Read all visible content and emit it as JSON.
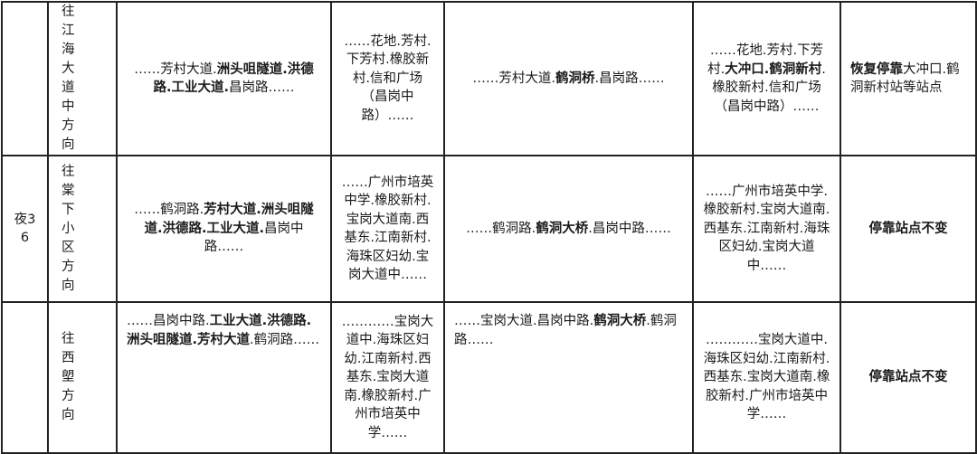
{
  "rows": [
    {
      "route": "",
      "direction": "往江海大道中方向",
      "orig_route": [
        {
          "t": "……芳村大道.",
          "b": false
        },
        {
          "t": "洲头咀隧道.洪德路.工业大道.",
          "b": true
        },
        {
          "t": "昌岗路……",
          "b": false
        }
      ],
      "orig_stops": [
        {
          "t": "……花地.芳村.下芳村.橡胶新村.信和广场（昌岗中路）……",
          "b": false
        }
      ],
      "new_route": [
        {
          "t": "……芳村大道.",
          "b": false
        },
        {
          "t": "鹤洞桥",
          "b": true
        },
        {
          "t": ".昌岗路……",
          "b": false
        }
      ],
      "new_stops": [
        {
          "t": "……花地.芳村.下芳村.",
          "b": false
        },
        {
          "t": "大冲口.鹤洞新村",
          "b": true
        },
        {
          "t": ".橡胶新村.信和广场（昌岗中路）……",
          "b": false
        }
      ],
      "note": [
        {
          "t": "恢复停靠",
          "b": true
        },
        {
          "t": "大冲口.鹤洞新村站等站点",
          "b": false
        }
      ]
    },
    {
      "route": "夜36",
      "direction": "往棠下小区方向",
      "orig_route": [
        {
          "t": "……鹤洞路.",
          "b": false
        },
        {
          "t": "芳村大道.洲头咀隧道.洪德路.工业大道.",
          "b": true
        },
        {
          "t": "昌岗中路……",
          "b": false
        }
      ],
      "orig_stops": [
        {
          "t": "……广州市培英中学.橡胶新村.宝岗大道南.西基东.江南新村.海珠区妇幼.宝岗大道中……",
          "b": false
        }
      ],
      "new_route": [
        {
          "t": "……鹤洞路.",
          "b": false
        },
        {
          "t": "鹤洞大桥",
          "b": true
        },
        {
          "t": ".昌岗中路……",
          "b": false
        }
      ],
      "new_stops": [
        {
          "t": "……广州市培英中学.橡胶新村.宝岗大道南.西基东.江南新村.海珠区妇幼.宝岗大道中……",
          "b": false
        }
      ],
      "note": [
        {
          "t": "停靠站点不变",
          "b": true
        }
      ]
    },
    {
      "route": "",
      "direction": "往西塱方向",
      "orig_route": [
        {
          "t": "……昌岗中路.",
          "b": false
        },
        {
          "t": "工业大道.洪德路.洲头咀隧道.芳村大道",
          "b": true
        },
        {
          "t": ".鹤洞路……",
          "b": false
        }
      ],
      "orig_stops": [
        {
          "t": "…………宝岗大道中.海珠区妇幼.江南新村.西基东.宝岗大道南.橡胶新村.广州市培英中学……",
          "b": false
        }
      ],
      "new_route": [
        {
          "t": "……宝岗大道.昌岗中路.",
          "b": false
        },
        {
          "t": "鹤洞大桥",
          "b": true
        },
        {
          "t": ".鹤洞路……",
          "b": false
        }
      ],
      "new_stops": [
        {
          "t": "…………宝岗大道中.海珠区妇幼.江南新村.西基东.宝岗大道南.橡胶新村.广州市培英中学……",
          "b": false
        }
      ],
      "note": [
        {
          "t": "停靠站点不变",
          "b": true
        }
      ]
    }
  ]
}
